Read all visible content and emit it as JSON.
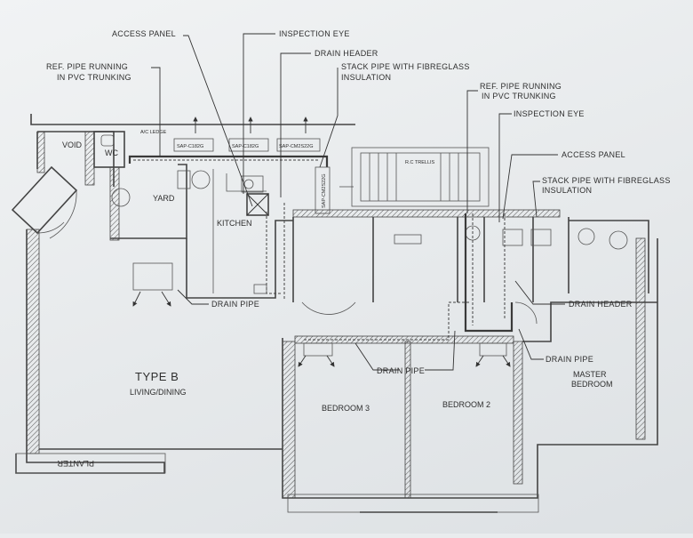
{
  "callouts": {
    "access_panel_1": "ACCESS PANEL",
    "inspection_eye_1": "INSPECTION EYE",
    "drain_header_1": "DRAIN HEADER",
    "ref_pipe_1_line1": "REF. PIPE RUNNING",
    "ref_pipe_1_line2": "IN PVC TRUNKING",
    "stack_pipe_1_line1": "STACK PIPE WITH FIBREGLASS",
    "stack_pipe_1_line2": "INSULATION",
    "ref_pipe_2_line1": "REF. PIPE RUNNING",
    "ref_pipe_2_line2": "IN PVC TRUNKING",
    "inspection_eye_2": "INSPECTION EYE",
    "access_panel_2": "ACCESS PANEL",
    "stack_pipe_2_line1": "STACK PIPE WITH FIBREGLASS",
    "stack_pipe_2_line2": "INSULATION",
    "drain_pipe_kitchen": "DRAIN PIPE",
    "drain_header_2": "DRAIN HEADER",
    "drain_pipe_bedrooms": "DRAIN PIPE",
    "drain_pipe_master": "DRAIN PIPE"
  },
  "rooms": {
    "void": "VOID",
    "wc": "WC",
    "yard": "YARD",
    "kitchen": "KITCHEN",
    "type": "TYPE B",
    "living": "LIVING/DINING",
    "bedroom3": "BEDROOM 3",
    "bedroom2": "BEDROOM 2",
    "master_line1": "MASTER",
    "master_line2": "BEDROOM",
    "planter": "PLANTER",
    "ac_ledge": "A/C LEDGE",
    "rc_trellis": "R.C TRELLIS"
  },
  "units": {
    "u1": "SAP-C182G",
    "u2": "SAP-C182G",
    "u3": "SAP-CM2S22G",
    "u4": "SAP-CM2S22G"
  }
}
